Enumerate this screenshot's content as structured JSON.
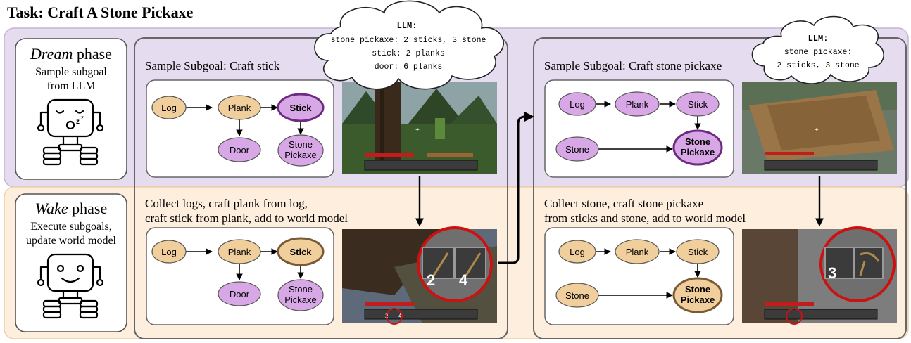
{
  "title": "Task: Craft A Stone Pickaxe",
  "dream_phase": {
    "phase_name": "Dream",
    "phase_word": " phase",
    "line1": "Sample subgoal",
    "line2": "from LLM"
  },
  "wake_phase": {
    "phase_name": "Wake",
    "phase_word": " phase",
    "line1": "Execute subgoals,",
    "line2": "update world model"
  },
  "llm_cloud_1": {
    "title": "LLM:",
    "lines": [
      "stone pickaxe: 2 sticks, 3 stone",
      "stick: 2 planks",
      "door: 6 planks"
    ]
  },
  "llm_cloud_2": {
    "title": "LLM:",
    "lines": [
      "stone pickaxe:",
      "2 sticks, 3 stone"
    ]
  },
  "step1": {
    "subgoal": "Sample Subgoal: Craft stick",
    "wake_text_1": "Collect logs, craft plank from log,",
    "wake_text_2": "craft stick from plank, add to world model",
    "dream_graph": {
      "log": "Log",
      "plank": "Plank",
      "stick": "Stick",
      "door": "Door",
      "pickaxe_1": "Stone",
      "pickaxe_2": "Pickaxe"
    },
    "wake_graph": {
      "log": "Log",
      "plank": "Plank",
      "stick": "Stick",
      "door": "Door",
      "pickaxe_1": "Stone",
      "pickaxe_2": "Pickaxe"
    },
    "hotbar_counts": [
      "2",
      "4"
    ]
  },
  "step2": {
    "subgoal": "Sample Subgoal: Craft stone pickaxe",
    "wake_text_1": "Collect stone, craft stone pickaxe",
    "wake_text_2": "from sticks and stone, add to world model",
    "dream_graph": {
      "log": "Log",
      "plank": "Plank",
      "stick": "Stick",
      "stone": "Stone",
      "pickaxe_1": "Stone",
      "pickaxe_2": "Pickaxe"
    },
    "wake_graph": {
      "log": "Log",
      "plank": "Plank",
      "stick": "Stick",
      "stone": "Stone",
      "pickaxe_1": "Stone",
      "pickaxe_2": "Pickaxe"
    },
    "hotbar_count": "3"
  },
  "colors": {
    "dream_band": "#e6dcef",
    "wake_band": "#fdeedd",
    "tan_node": "#f1cf9c",
    "purple_node": "#d8a8e6",
    "highlight_purple_border": "#6d2b82",
    "highlight_tan_border": "#7a5a36",
    "red_circle": "#cc1111"
  }
}
